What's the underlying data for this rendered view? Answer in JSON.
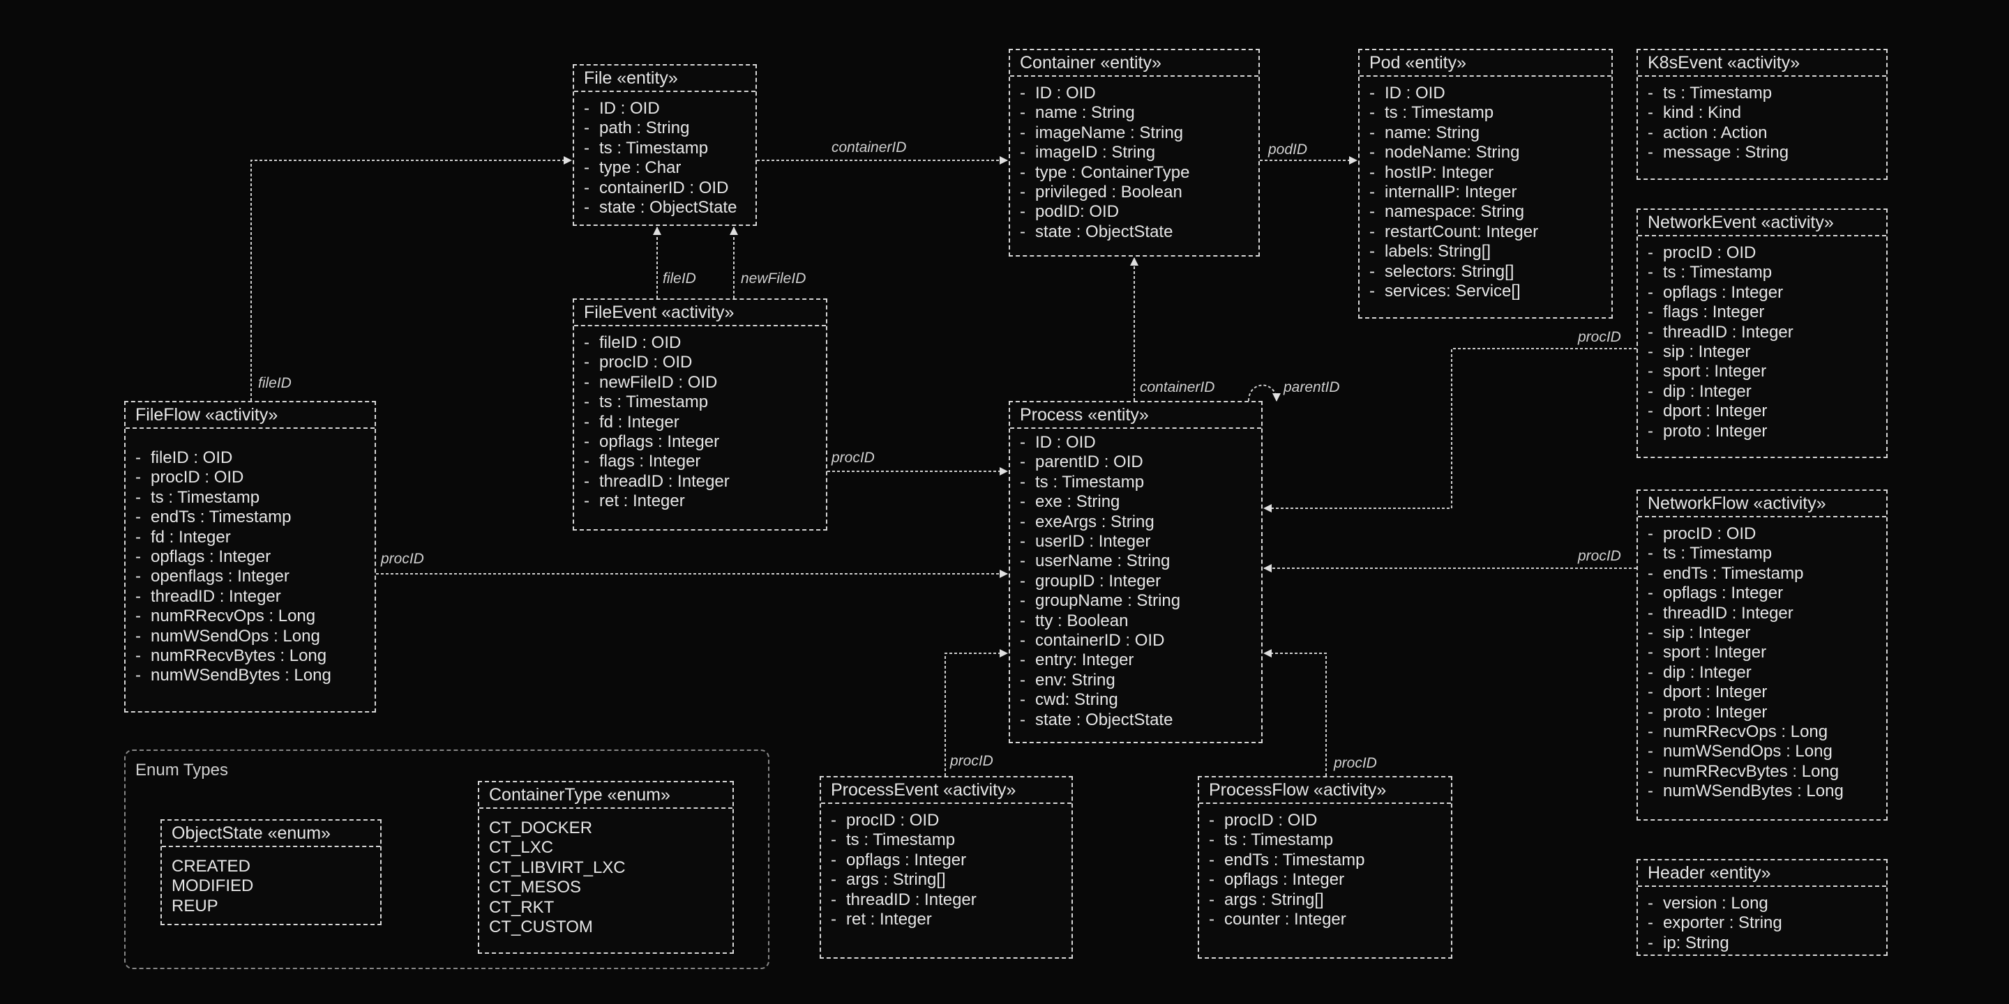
{
  "visibility_marker": "-",
  "enum_group": {
    "title": "Enum Types"
  },
  "classes": {
    "file": {
      "title": "File «entity»",
      "attrs": [
        "ID : OID",
        "path : String",
        "ts : Timestamp",
        "type : Char",
        "containerID : OID",
        "state : ObjectState"
      ]
    },
    "container": {
      "title": "Container «entity»",
      "attrs": [
        "ID : OID",
        "name : String",
        "imageName : String",
        "imageID : String",
        "type : ContainerType",
        "privileged : Boolean",
        "podID: OID",
        "state : ObjectState"
      ]
    },
    "pod": {
      "title": "Pod «entity»",
      "attrs": [
        "ID : OID",
        "ts : Timestamp",
        "name: String",
        "nodeName: String",
        "hostIP: Integer",
        "internalIP: Integer",
        "namespace: String",
        "restartCount: Integer",
        "labels: String[]",
        "selectors: String[]",
        "services: Service[]"
      ]
    },
    "k8sevent": {
      "title": "K8sEvent «activity»",
      "attrs": [
        "ts : Timestamp",
        "kind : Kind",
        "action : Action",
        "message : String"
      ]
    },
    "networkevent": {
      "title": "NetworkEvent «activity»",
      "attrs": [
        "procID : OID",
        "ts : Timestamp",
        "opflags : Integer",
        "flags : Integer",
        "threadID : Integer",
        "sip : Integer",
        "sport : Integer",
        "dip : Integer",
        "dport : Integer",
        "proto : Integer"
      ]
    },
    "networkflow": {
      "title": "NetworkFlow «activity»",
      "attrs": [
        "procID : OID",
        "ts : Timestamp",
        "endTs : Timestamp",
        "opflags : Integer",
        "threadID : Integer",
        "sip : Integer",
        "sport : Integer",
        "dip : Integer",
        "dport : Integer",
        "proto : Integer",
        "numRRecvOps : Long",
        "numWSendOps : Long",
        "numRRecvBytes : Long",
        "numWSendBytes : Long"
      ]
    },
    "header": {
      "title": "Header «entity»",
      "attrs": [
        "version : Long",
        "exporter : String",
        "ip: String"
      ]
    },
    "fileevent": {
      "title": "FileEvent «activity»",
      "attrs": [
        "fileID : OID",
        "procID : OID",
        "newFileID : OID",
        "ts : Timestamp",
        "fd : Integer",
        "opflags : Integer",
        "flags : Integer",
        "threadID : Integer",
        "ret : Integer"
      ]
    },
    "fileflow": {
      "title": "FileFlow «activity»",
      "attrs": [
        "fileID : OID",
        "procID : OID",
        "ts : Timestamp",
        "endTs : Timestamp",
        "fd : Integer",
        "opflags : Integer",
        "openflags : Integer",
        "threadID : Integer",
        "numRRecvOps : Long",
        "numWSendOps : Long",
        "numRRecvBytes : Long",
        "numWSendBytes : Long"
      ]
    },
    "process": {
      "title": "Process «entity»",
      "attrs": [
        "ID : OID",
        "parentID : OID",
        "ts : Timestamp",
        "exe : String",
        "exeArgs : String",
        "userID : Integer",
        "userName : String",
        "groupID : Integer",
        "groupName : String",
        "tty : Boolean",
        "containerID : OID",
        "entry: Integer",
        "env: String",
        "cwd: String",
        "state : ObjectState"
      ]
    },
    "processevent": {
      "title": "ProcessEvent «activity»",
      "attrs": [
        "procID : OID",
        "ts : Timestamp",
        "opflags : Integer",
        "args : String[]",
        "threadID : Integer",
        "ret : Integer"
      ]
    },
    "processflow": {
      "title": "ProcessFlow «activity»",
      "attrs": [
        "procID : OID",
        "ts : Timestamp",
        "endTs : Timestamp",
        "opflags : Integer",
        "args : String[]",
        "counter : Integer"
      ]
    },
    "objectstate": {
      "title": "ObjectState «enum»",
      "literals": [
        "CREATED",
        "MODIFIED",
        "REUP"
      ]
    },
    "containertype": {
      "title": "ContainerType «enum»",
      "literals": [
        "CT_DOCKER",
        "CT_LXC",
        "CT_LIBVIRT_LXC",
        "CT_MESOS",
        "CT_RKT",
        "CT_CUSTOM"
      ]
    }
  },
  "edges": {
    "fileflow_file": "fileID",
    "fileevent_file_fileid": "fileID",
    "fileevent_file_newfileid": "newFileID",
    "file_container": "containerID",
    "container_pod": "podID",
    "process_container": "containerID",
    "process_parent": "parentID",
    "fileevent_process": "procID",
    "fileflow_process": "procID",
    "networkevent_process": "procID",
    "networkflow_process": "procID",
    "processevent_process": "procID",
    "processflow_process": "procID"
  }
}
